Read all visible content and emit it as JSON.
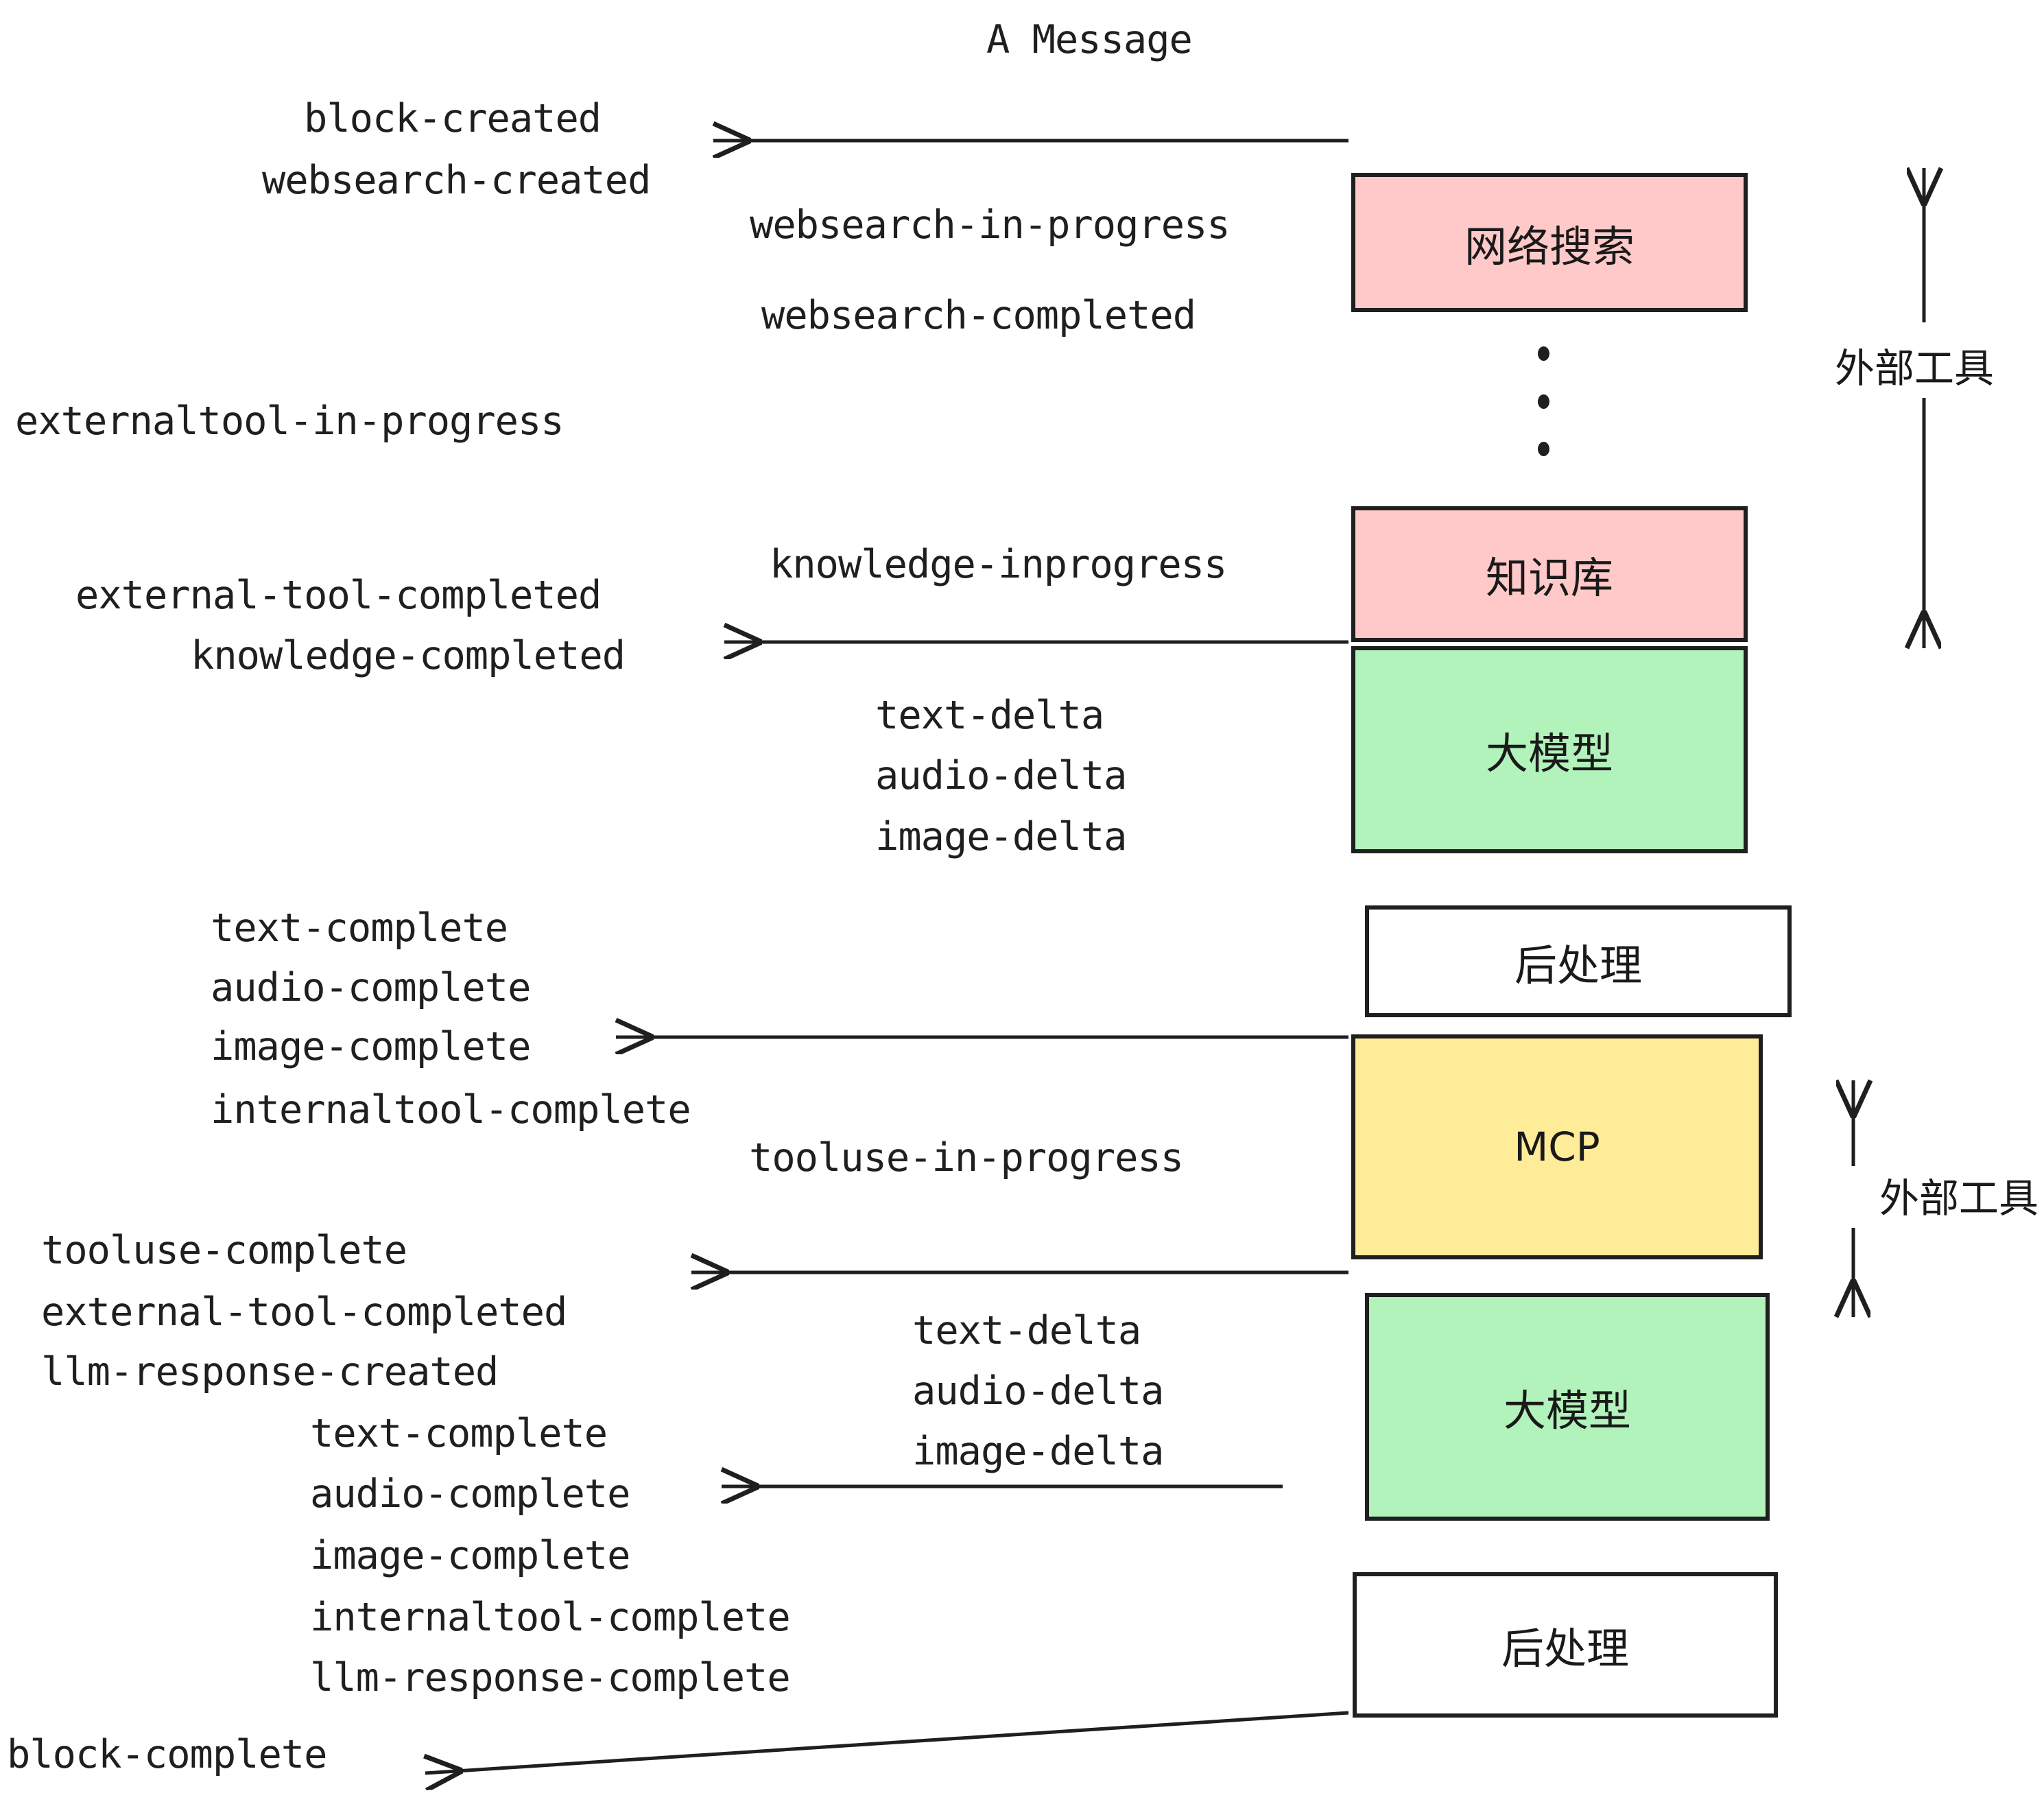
{
  "title": "A Message",
  "colors": {
    "pink": "#FFC9C9",
    "green": "#B2F2BB",
    "yellow": "#FFEC99",
    "white": "#FFFFFF",
    "stroke": "#1F1F1F",
    "text": "#1A1A1A"
  },
  "boxes": [
    {
      "id": "websearch",
      "label": "网络搜索",
      "fill": "#FFC9C9"
    },
    {
      "id": "knowledge",
      "label": "知识库",
      "fill": "#FFC9C9"
    },
    {
      "id": "llm-top",
      "label": "大模型",
      "fill": "#B2F2BB"
    },
    {
      "id": "postprocess-top",
      "label": "后处理",
      "fill": "#FFFFFF"
    },
    {
      "id": "mcp",
      "label": "MCP",
      "fill": "#FFEC99"
    },
    {
      "id": "llm-bottom",
      "label": "大模型",
      "fill": "#B2F2BB"
    },
    {
      "id": "postprocess-bottom",
      "label": "后处理",
      "fill": "#FFFFFF"
    }
  ],
  "group_labels": [
    {
      "id": "external-tools-top",
      "label": "外部工具"
    },
    {
      "id": "external-tools-bottom",
      "label": "外部工具"
    }
  ],
  "events": [
    {
      "id": "block-created",
      "text": "block-created"
    },
    {
      "id": "websearch-created",
      "text": "websearch-created"
    },
    {
      "id": "websearch-in-progress",
      "text": "websearch-in-progress"
    },
    {
      "id": "websearch-completed",
      "text": "websearch-completed"
    },
    {
      "id": "externaltool-in-progress",
      "text": "externaltool-in-progress"
    },
    {
      "id": "knowledge-inprogress",
      "text": "knowledge-inprogress"
    },
    {
      "id": "external-tool-completed-1",
      "text": "external-tool-completed"
    },
    {
      "id": "knowledge-completed",
      "text": "knowledge-completed"
    },
    {
      "id": "text-delta-1",
      "text": "text-delta"
    },
    {
      "id": "audio-delta-1",
      "text": "audio-delta"
    },
    {
      "id": "image-delta-1",
      "text": "image-delta"
    },
    {
      "id": "text-complete-1",
      "text": "text-complete"
    },
    {
      "id": "audio-complete-1",
      "text": "audio-complete"
    },
    {
      "id": "image-complete-1",
      "text": "image-complete"
    },
    {
      "id": "internaltool-complete-1",
      "text": "internaltool-complete"
    },
    {
      "id": "tooluse-in-progress",
      "text": "tooluse-in-progress"
    },
    {
      "id": "tooluse-complete",
      "text": "tooluse-complete"
    },
    {
      "id": "external-tool-completed-2",
      "text": "external-tool-completed"
    },
    {
      "id": "llm-response-created",
      "text": "llm-response-created"
    },
    {
      "id": "text-complete-2",
      "text": "text-complete"
    },
    {
      "id": "audio-complete-2",
      "text": "audio-complete"
    },
    {
      "id": "image-complete-2",
      "text": "image-complete"
    },
    {
      "id": "internaltool-complete-2",
      "text": "internaltool-complete"
    },
    {
      "id": "llm-response-complete",
      "text": "llm-response-complete"
    },
    {
      "id": "block-complete",
      "text": "block-complete"
    },
    {
      "id": "text-delta-2",
      "text": "text-delta"
    },
    {
      "id": "audio-delta-2",
      "text": "audio-delta"
    },
    {
      "id": "image-delta-2",
      "text": "image-delta"
    }
  ]
}
